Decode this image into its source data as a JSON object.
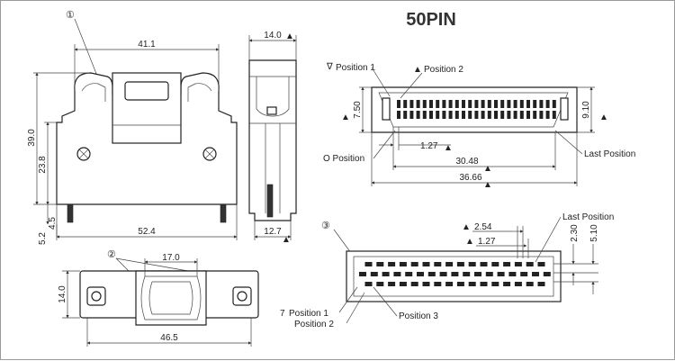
{
  "title": "50PIN",
  "callouts": {
    "c1": "①",
    "c2": "②",
    "c3": "③"
  },
  "dims_front": {
    "width_top": "41.1",
    "height_total": "39.0",
    "height_body": "23.8",
    "bottom_a": "5.2",
    "bottom_b": "4.5",
    "width_bottom": "52.4"
  },
  "dims_side": {
    "top": "14.0",
    "bottom": "12.7"
  },
  "dims_bottom_view": {
    "top": "17.0",
    "height": "14.0",
    "width": "46.5"
  },
  "dims_plug": {
    "height": "7.50",
    "height_right": "9.10",
    "pitch": "1.27",
    "inner": "30.48",
    "outer": "36.66"
  },
  "plug_labels": {
    "pos1": "Position 1",
    "pos2": "Position 2",
    "o_pos": "O Position",
    "last": "Last Position"
  },
  "dims_socket": {
    "pitch_a": "2.54",
    "pitch_b": "1.27",
    "row_a": "2.30",
    "row_b": "5.10"
  },
  "socket_labels": {
    "last": "Last Position",
    "pos1": "Position 1",
    "pos2": "Position 2",
    "pos3": "Position 3"
  },
  "markers": {
    "triangle": "▲",
    "down_triangle": "∇",
    "number7": "7"
  }
}
